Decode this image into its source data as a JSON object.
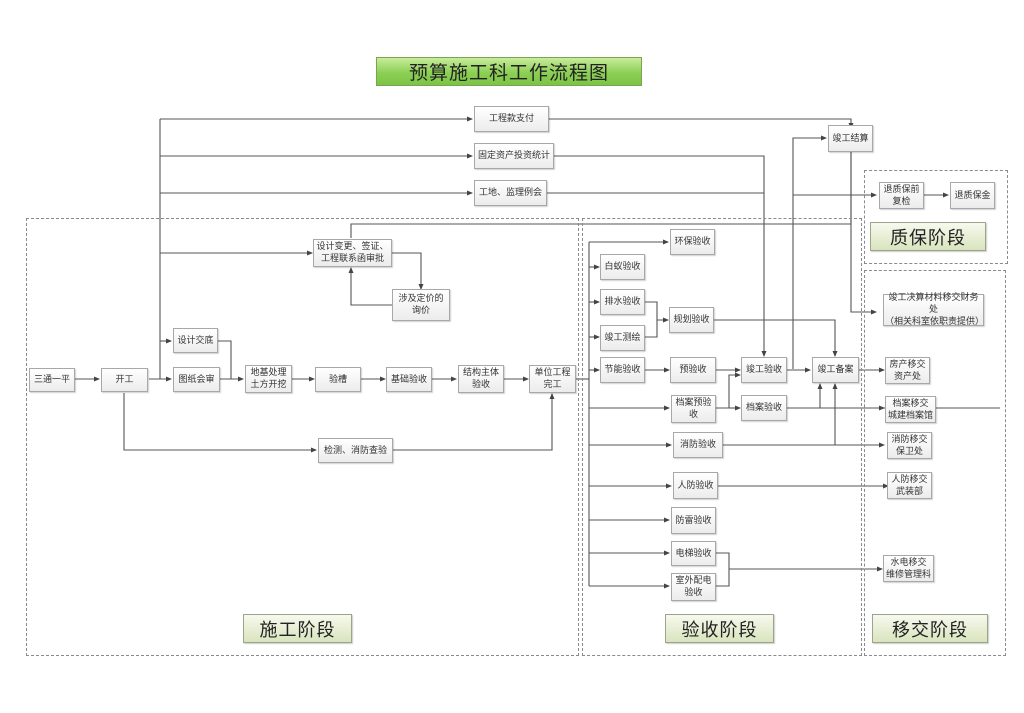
{
  "title": "预算施工科工作流程图",
  "stages": {
    "construction": "施工阶段",
    "acceptance": "验收阶段",
    "warranty": "质保阶段",
    "handover": "移交阶段"
  },
  "nodes": {
    "santong_yiping": "三通一平",
    "kaigong": "开工",
    "sheji_jiaodi": "设计交底",
    "tuzhi_huishen": "图纸会审",
    "diji_chuli": "地基处理\n土方开挖",
    "yancao": "验槽",
    "jichu_yanshou": "基础验收",
    "jiegou_zhuti": "结构主体\n验收",
    "danwei_gongcheng": "单位工程\n完工",
    "jiance_xiaofang": "检测、消防查验",
    "sheji_biangeng": "设计变更、签证、\n工程联系函审批",
    "shejidingjia": "涉及定价的\n询价",
    "gongcheng_kuan": "工程款支付",
    "guding_zichan": "固定资产投资统计",
    "gongdi_jianli": "工地、监理例会",
    "jungong_jiesuan": "竣工结算",
    "tuizhi_fujian": "退质保前\n复检",
    "tuizhi_baojin": "退质保金",
    "huanbao": "环保验收",
    "baiyi": "白蚁验收",
    "paishui": "排水验收",
    "jungong_cehui": "竣工测绘",
    "guihua": "规划验收",
    "jieneng": "节能验收",
    "yuyanshou": "预验收",
    "jungong_yanshou": "竣工验收",
    "jungong_bei_an": "竣工备案",
    "dangan_yuyan": "档案预验\n收",
    "dangan_yanshou": "档案验收",
    "xiaofang": "消防验收",
    "renfang": "人防验收",
    "fanglei": "防雷验收",
    "dianti": "电梯验收",
    "shiwai_peidian": "室外配电\n验收",
    "jungong_cailiao": "竣工决算材料移交财务处\n（相关科室依职责提供）",
    "fangchan_yijiao": "房产移交\n资产处",
    "dangan_yijiao": "档案移交\n城建档案馆",
    "xiaofang_yijiao": "消防移交\n保卫处",
    "renfang_yijiao": "人防移交\n武装部",
    "shuidian_yijiao": "水电移交\n维修管理科"
  },
  "colors": {
    "line": "#555555",
    "title_green": "#8ccf55",
    "stage_fill": "#e3ebcc",
    "border_dash": "#8a8a8a"
  }
}
